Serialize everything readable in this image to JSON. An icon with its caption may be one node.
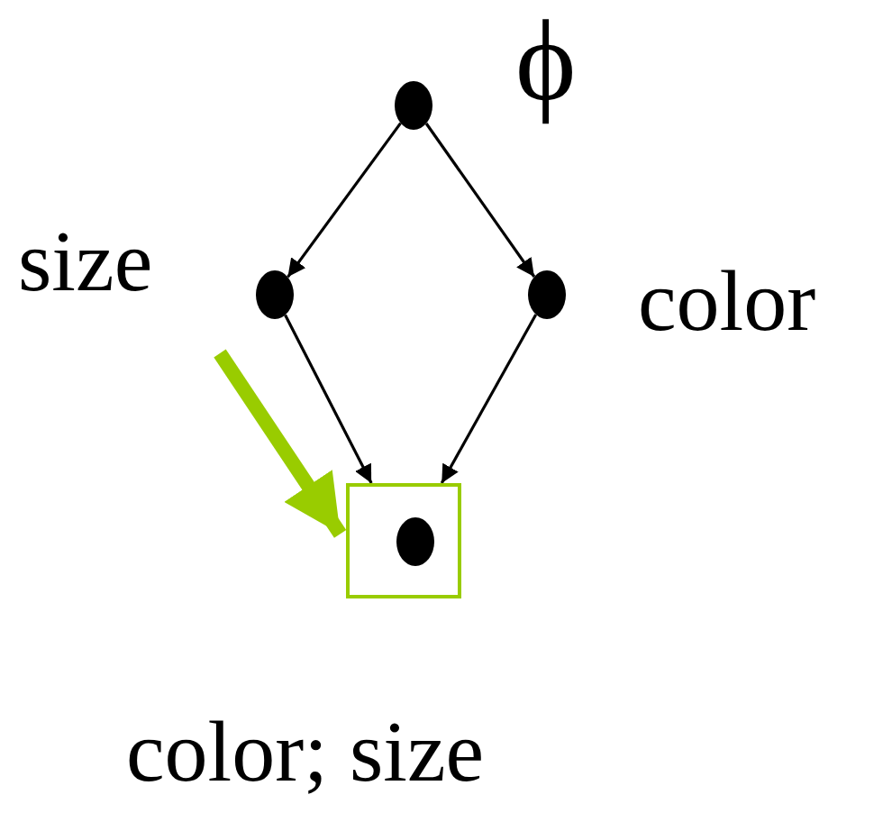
{
  "diagram": {
    "nodes": [
      {
        "text": [],
        "shape": "circle",
        "beside": [
          "ϕ"
        ]
      },
      {
        "text": [],
        "shape": "circle",
        "beside": [
          "size"
        ]
      },
      {
        "text": [],
        "shape": "circle",
        "beside": [
          "color"
        ]
      },
      {
        "text": [],
        "shape": "box",
        "beside": [
          "color; size"
        ]
      },
      {
        "text": [],
        "shape": "circle",
        "in": 3
      }
    ],
    "edges": [
      {
        "from": 0,
        "to": 1,
        "arrow": "to"
      },
      {
        "from": 0,
        "to": 2,
        "arrow": "to"
      },
      {
        "from": 1,
        "to": 3,
        "arrow": "to"
      },
      {
        "from": 2,
        "to": 3,
        "arrow": "to"
      },
      {
        "from": null,
        "to": 3,
        "arrow": "to",
        "style": "thick",
        "color": "#99cc00"
      }
    ]
  }
}
